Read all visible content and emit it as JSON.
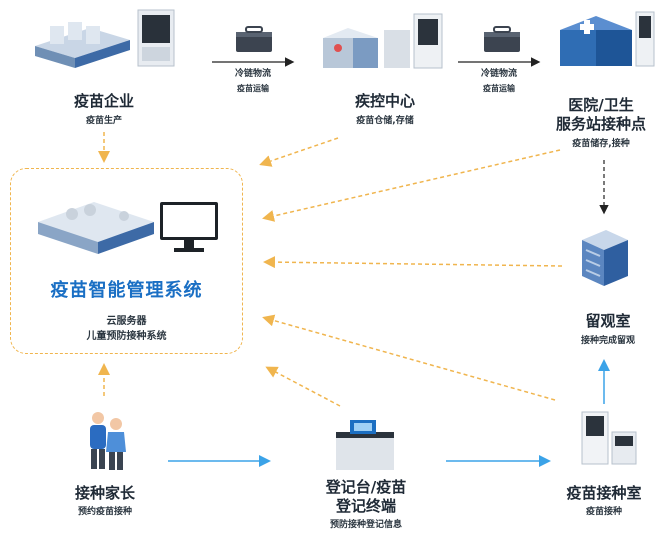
{
  "nodes": {
    "enterprise": {
      "title": "疫苗企业",
      "subtitle": "疫苗生产"
    },
    "cdc": {
      "title": "疾控中心",
      "subtitle": "疫苗仓储,存储"
    },
    "hospital": {
      "title_line1": "医院/卫生",
      "title_line2": "服务站接种点",
      "subtitle": "疫苗储存,接种"
    },
    "observation": {
      "title": "留观室",
      "subtitle": "接种完成留观"
    },
    "vaccination_room": {
      "title": "疫苗接种室",
      "subtitle": "疫苗接种"
    },
    "registration": {
      "title_line1": "登记台/疫苗",
      "title_line2": "登记终端",
      "subtitle": "预防接种登记信息"
    },
    "parents": {
      "title": "接种家长",
      "subtitle": "预约疫苗接种"
    },
    "system": {
      "title": "疫苗智能管理系统",
      "sub_line1": "云服务器",
      "sub_line2": "儿童预防接种系统"
    }
  },
  "flows": {
    "coldchain1": {
      "label": "冷链物流",
      "sublabel": "疫苗运输"
    },
    "coldchain2": {
      "label": "冷链物流",
      "sublabel": "疫苗运输"
    }
  },
  "colors": {
    "accent_blue": "#1a6fc4",
    "arrow_orange": "#f0b54e",
    "arrow_blue": "#3ba3e8",
    "text_dark": "#1f2a36"
  }
}
